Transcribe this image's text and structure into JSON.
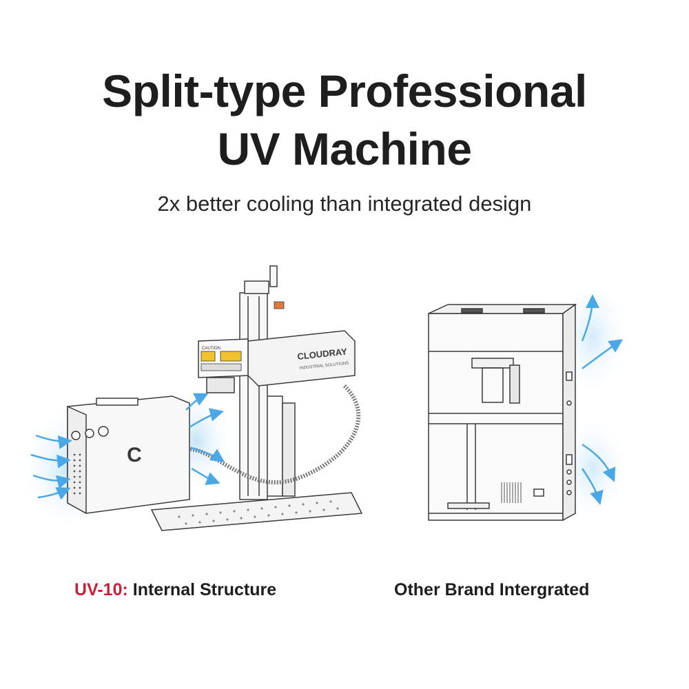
{
  "heading": {
    "line1": "Split-type Professional",
    "line2": "UV Machine"
  },
  "subheading": "2x better cooling than integrated design",
  "left": {
    "model": "UV-10:",
    "caption": " Internal Structure",
    "machine_brand": "CLOUDRAY",
    "machine_tagline": "INDUSTRIAL SOLUTIONS",
    "caution_label": "CAUTION"
  },
  "right": {
    "caption": "Other Brand Intergrated"
  },
  "colors": {
    "airflow": "#7fc4ef",
    "model_accent": "#c8223a",
    "line_art": "#3a3a3a"
  }
}
